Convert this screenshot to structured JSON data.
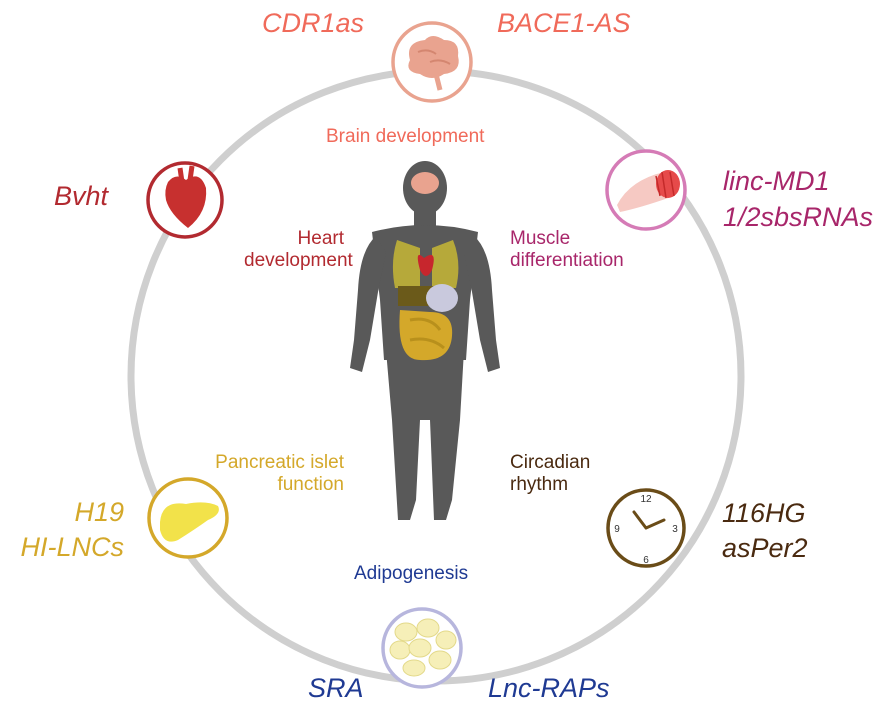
{
  "colors": {
    "brain": "#f06a5a",
    "brain_icon": "#e9a38f",
    "heart": "#b22a30",
    "muscle": "#a8266a",
    "muscle_icon": "#d57bb6",
    "pancreas": "#d4a82a",
    "pancreas_icon": "#f2e24a",
    "circadian": "#4a2a10",
    "clock_icon": "#6a4c18",
    "adipo": "#1f3a93",
    "adipo_icon": "#b7b6dd",
    "ring": "#cfcfcf",
    "body": "#595959"
  },
  "icons": {
    "brain": "brain-icon",
    "heart": "heart-icon",
    "muscle": "muscle-fiber-icon",
    "pancreas": "pancreas-icon",
    "clock": "clock-icon",
    "fat": "fat-cells-icon",
    "body": "human-body-icon"
  },
  "brain": {
    "genes": [
      "CDR1as",
      "BACE1-AS"
    ],
    "process": "Brain development"
  },
  "heart": {
    "genes": [
      "Bvht"
    ],
    "process": [
      "Heart",
      "development"
    ]
  },
  "muscle": {
    "genes": [
      "linc-MD1",
      "1/2sbsRNAs"
    ],
    "process": [
      "Muscle",
      "differentiation"
    ]
  },
  "pancreas": {
    "genes": [
      "H19",
      "HI-LNCs"
    ],
    "process": [
      "Pancreatic islet",
      "function"
    ]
  },
  "circadian": {
    "genes": [
      "116HG",
      "asPer2"
    ],
    "process": [
      "Circadian",
      "rhythm"
    ]
  },
  "adipo": {
    "genes": [
      "SRA",
      "Lnc-RAPs"
    ],
    "process": "Adipogenesis"
  },
  "clock": {
    "numerals": [
      "12",
      "3",
      "6",
      "9"
    ]
  }
}
